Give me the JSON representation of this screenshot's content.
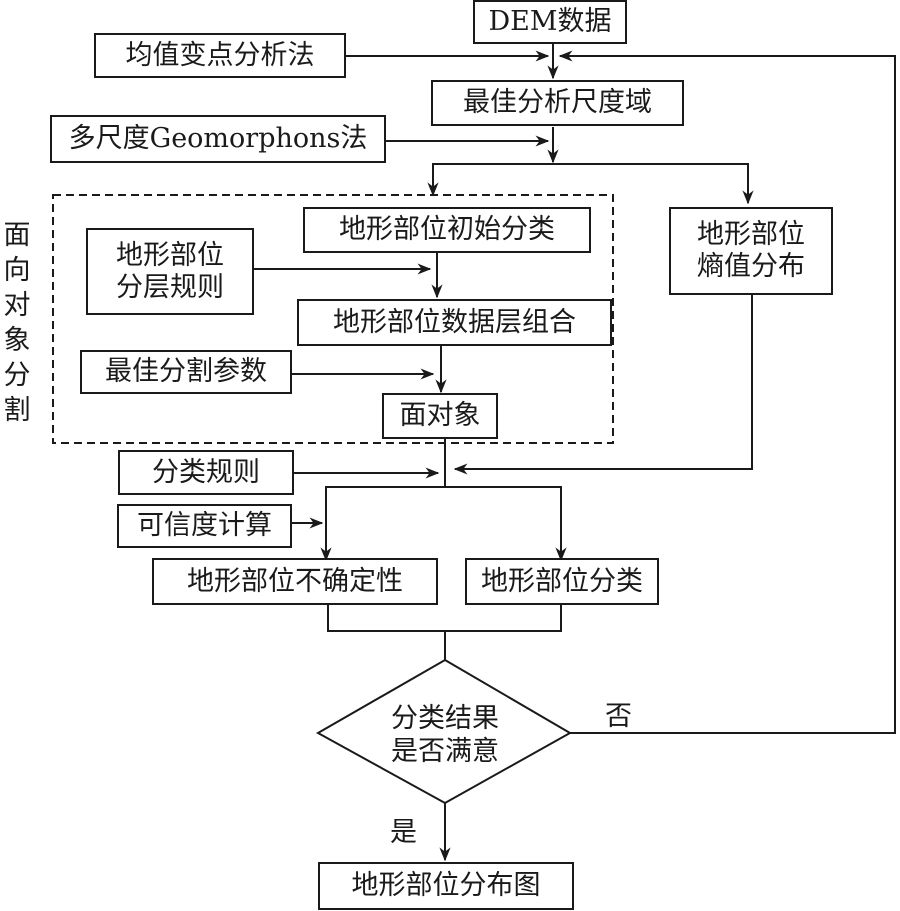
{
  "diagram": {
    "nodes": {
      "dem": "DEM数据",
      "mean_change": "均值变点分析法",
      "best_scale": "最佳分析尺度域",
      "geomorphons": "多尺度Geomorphons法",
      "initial_class": "地形部位初始分类",
      "layer_rules_l1": "地形部位",
      "layer_rules_l2": "分层规则",
      "data_layer_combo": "地形部位数据层组合",
      "best_seg_params": "最佳分割参数",
      "objects": "面对象",
      "entropy_l1": "地形部位",
      "entropy_l2": "熵值分布",
      "class_rules": "分类规则",
      "confidence_calc": "可信度计算",
      "uncertainty": "地形部位不确定性",
      "classification": "地形部位分类",
      "decision_l1": "分类结果",
      "decision_l2": "是否满意",
      "result_map": "地形部位分布图"
    },
    "group_label": [
      "面",
      "向",
      "对",
      "象",
      "分",
      "割"
    ],
    "edge_labels": {
      "no": "否",
      "yes": "是"
    }
  }
}
